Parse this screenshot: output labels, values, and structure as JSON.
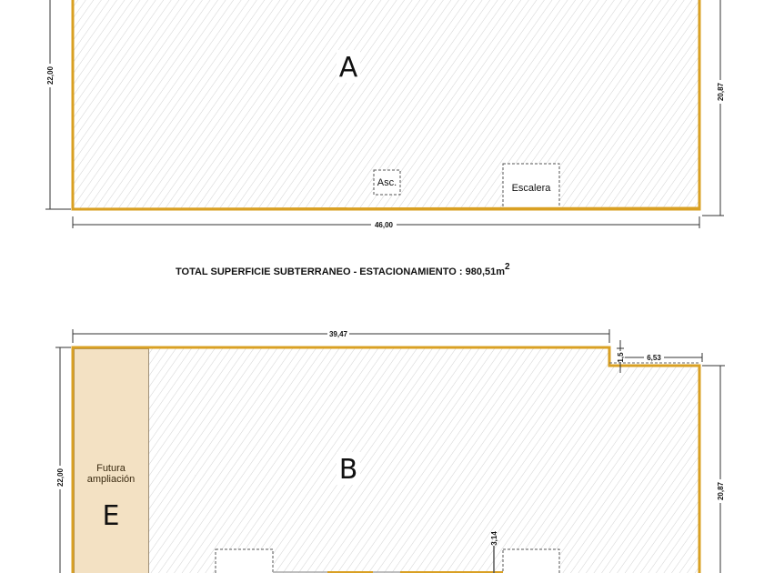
{
  "plan_a": {
    "zone_label": "A",
    "dim_left": "22,00",
    "dim_right": "20,87",
    "dim_bottom": "46,00",
    "elevator_label": "Asc.",
    "stairs_label": "Escalera"
  },
  "total": {
    "text": "TOTAL SUPERFICIE SUBTERRANEO - ESTACIONAMIENTO : 980,51m",
    "superscript": "2"
  },
  "plan_b": {
    "zone_label": "B",
    "dim_top": "39,47",
    "dim_step": "1,5",
    "dim_step_width": "6,53",
    "dim_left": "22,00",
    "dim_right": "20,87",
    "dim_opening": "3,14",
    "future_label_line1": "Futura",
    "future_label_line2": "ampliación",
    "future_zone_label": "E"
  },
  "colors": {
    "outline": "#d9a023",
    "future_fill": "#f3e1c3",
    "hatch": "#cfcfcf"
  }
}
